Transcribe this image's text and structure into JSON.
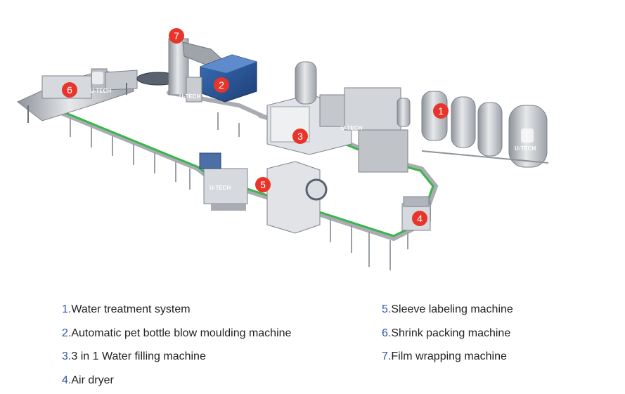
{
  "brand": {
    "logo_text": "U-TECH"
  },
  "colors": {
    "badge": "#e8352b",
    "conveyor": "#3ab54a",
    "number": "#2a56a6",
    "steel": "#c9ccd1"
  },
  "machines": [
    {
      "num": "1",
      "label": "Water treatment system"
    },
    {
      "num": "2",
      "label": "Automatic pet bottle blow moulding machine"
    },
    {
      "num": "3",
      "label": "3 in 1 Water filling machine"
    },
    {
      "num": "4",
      "label": "Air dryer"
    },
    {
      "num": "5",
      "label": "Sleeve labeling machine"
    },
    {
      "num": "6",
      "label": "Shrink packing machine"
    },
    {
      "num": "7",
      "label": "Film wrapping machine"
    }
  ]
}
